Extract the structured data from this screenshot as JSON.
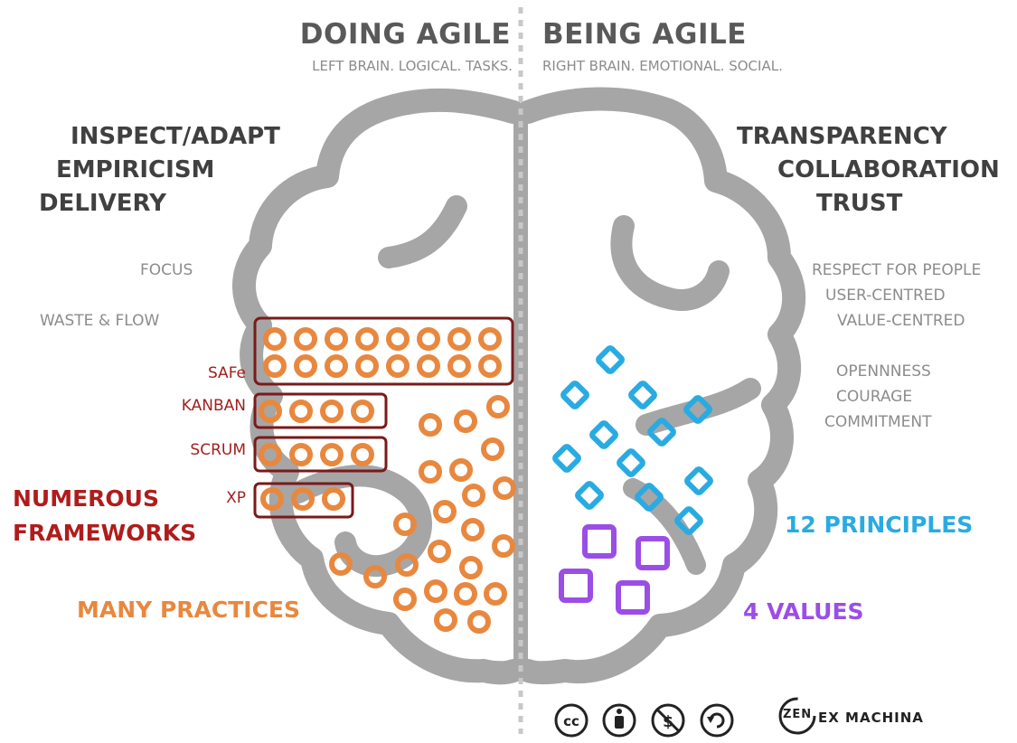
{
  "header": {
    "left_title": "DOING AGILE",
    "left_subtitle": "LEFT BRAIN. LOGICAL. TASKS.",
    "right_title": "BEING AGILE",
    "right_subtitle": "RIGHT BRAIN. EMOTIONAL. SOCIAL."
  },
  "left": {
    "keywords": [
      "INSPECT/ADAPT",
      "EMPIRICISM",
      "DELIVERY"
    ],
    "focus": "FOCUS",
    "waste_flow": "WASTE & FLOW",
    "frameworks": [
      {
        "label": "SAFe",
        "practices": 16
      },
      {
        "label": "KANBAN",
        "practices": 4
      },
      {
        "label": "SCRUM",
        "practices": 4
      },
      {
        "label": "XP",
        "practices": 3
      }
    ],
    "numerous_frameworks": [
      "NUMEROUS",
      "FRAMEWORKS"
    ],
    "many_practices": "MANY PRACTICES"
  },
  "right": {
    "keywords": [
      "TRANSPARENCY",
      "COLLABORATION",
      "TRUST"
    ],
    "respect_lines": [
      "RESPECT FOR PEOPLE",
      "USER-CENTRED",
      "VALUE-CENTRED"
    ],
    "openness_lines": [
      "OPENNNESS",
      "COURAGE",
      "COMMITMENT"
    ],
    "principles_label": "12 PRINCIPLES",
    "principles_count": 12,
    "values_label": "4 VALUES",
    "values_count": 4
  },
  "footer": {
    "license_icons": [
      "creative-commons-icon",
      "attribution-icon",
      "non-commercial-icon",
      "share-alike-icon"
    ],
    "brand_mark": "ZEN",
    "brand_name": "EX MACHINA"
  },
  "colors": {
    "brain_grey": "#a6a6a6",
    "practice_orange": "#e8883f",
    "framework_red": "#7a1a1a",
    "principle_blue": "#29abe2",
    "value_purple": "#9b4ee6"
  }
}
